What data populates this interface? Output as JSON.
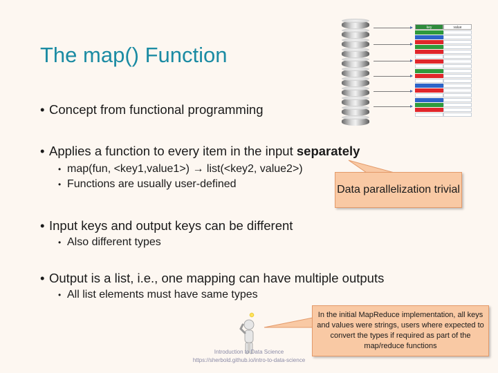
{
  "slide": {
    "title": "The map() Function",
    "bullets": {
      "b1": "Concept from functional programming",
      "b2_text": "Applies a function to every item in the input ",
      "b2_bold": "separately",
      "b2_sub1": "map(fun, <key1,value1>) → list(<key2, value2>)",
      "b2_sub2": "Functions are usually user-defined",
      "b3": "Input keys and output keys can be different",
      "b3_sub1": "Also different types",
      "b4": "Output is a list, i.e., one mapping can have multiple outputs",
      "b4_sub1": "All list elements must have same types"
    },
    "callout_parallel": "Data parallelization trivial",
    "callout_note": "In the initial MapReduce implementation, all keys and values were strings, users where expected to convert the types if required as part of the map/reduce functions",
    "footer": {
      "line1": "Introduction to Data Science",
      "line2": "https://sherbold.github.io/intro-to-data-science"
    },
    "table_header": {
      "key": "key",
      "value": "value"
    },
    "icons": {
      "database": "database-stack-icon",
      "thinker": "thinking-figure-icon"
    },
    "colors": {
      "title": "#1b8ba3",
      "callout_fill": "#f9c9a4",
      "callout_border": "#e39a6a",
      "green": "#2f9a3d",
      "red": "#e0262b",
      "blue": "#2d64c8"
    }
  }
}
